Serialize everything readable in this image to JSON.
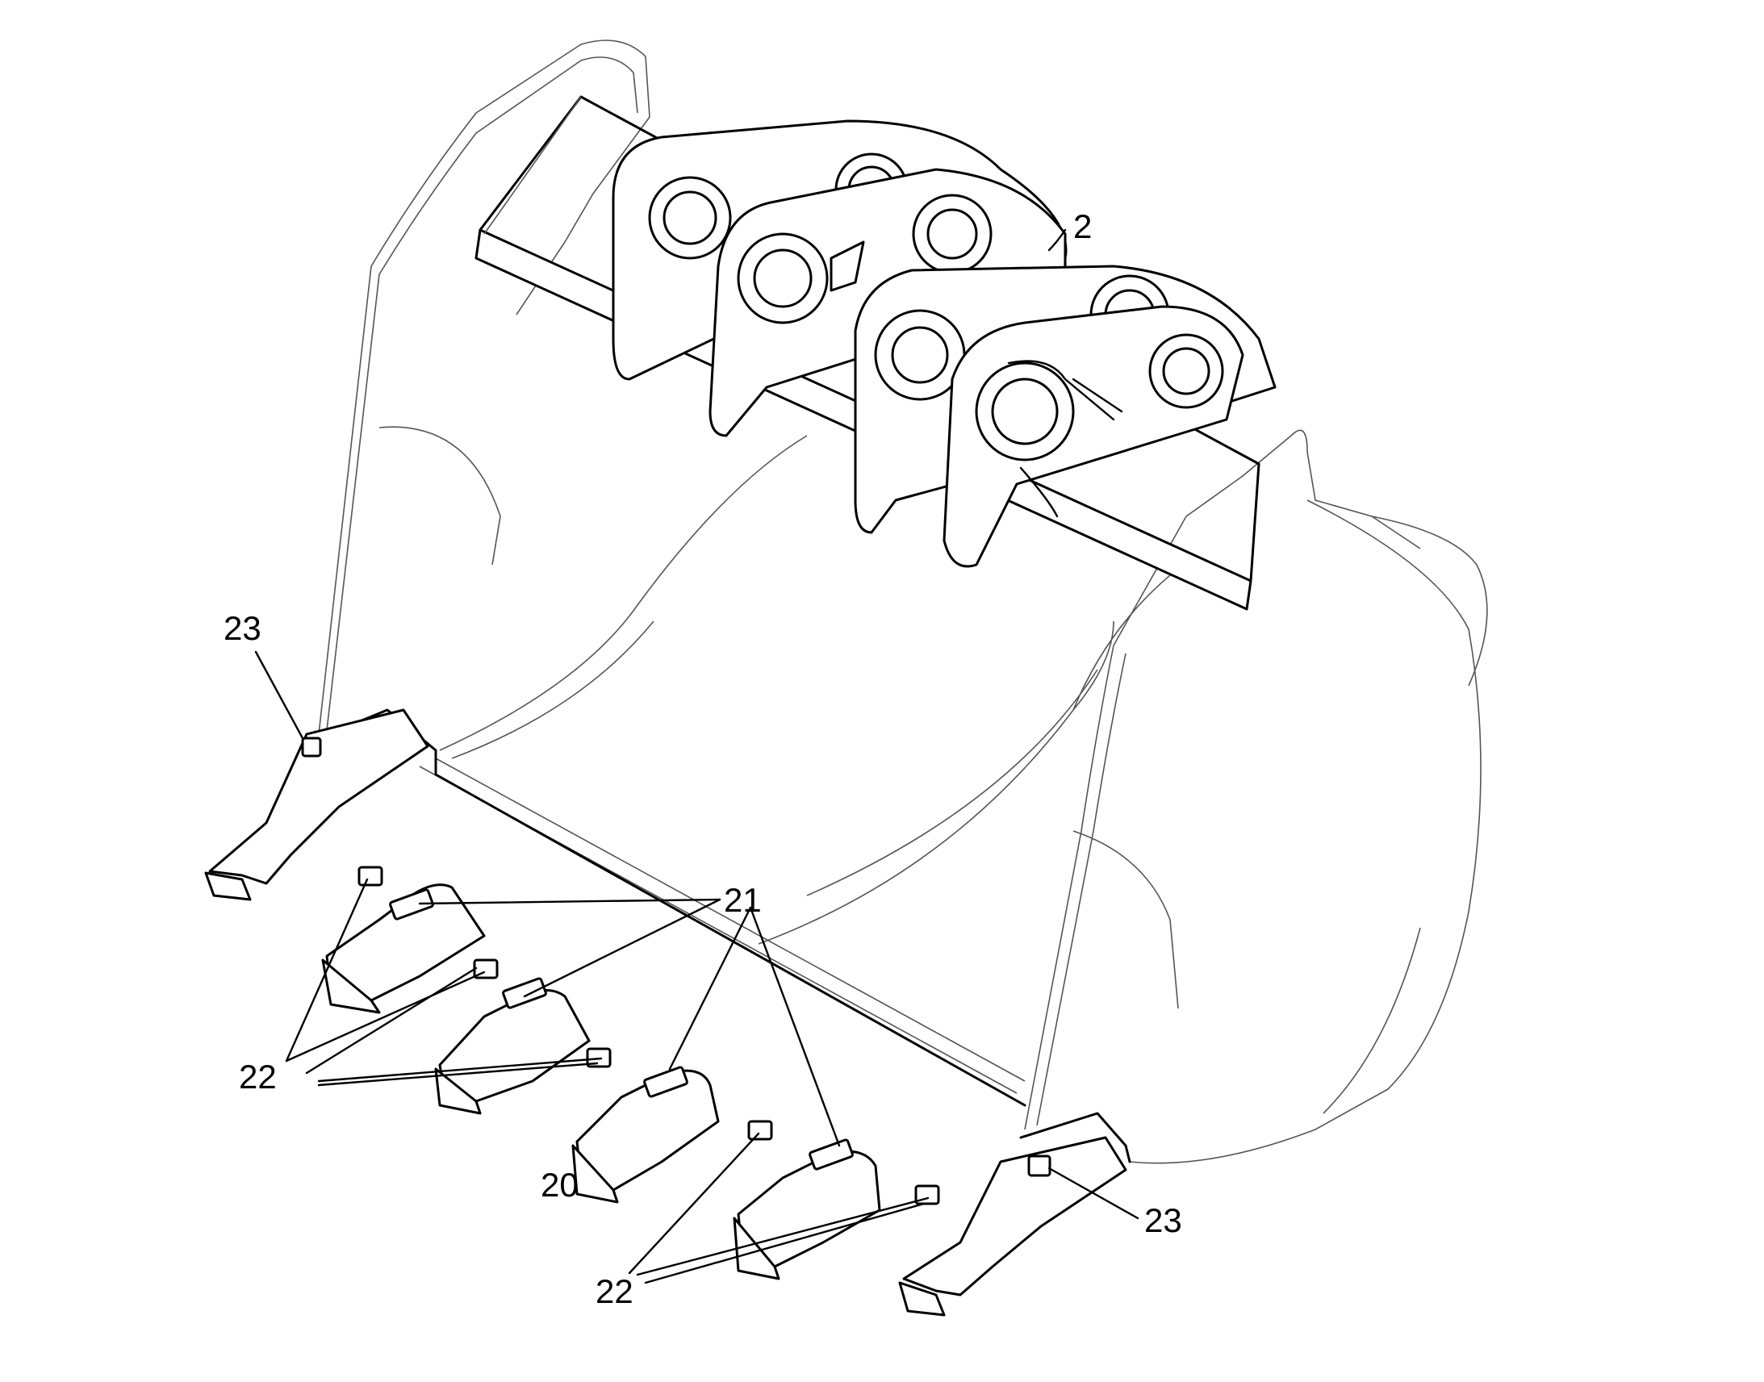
{
  "labels": {
    "l2": "2",
    "l20": "20",
    "l21": "21",
    "l22_left": "22",
    "l22_bottom": "22",
    "l23_left": "23",
    "l23_right": "23"
  }
}
